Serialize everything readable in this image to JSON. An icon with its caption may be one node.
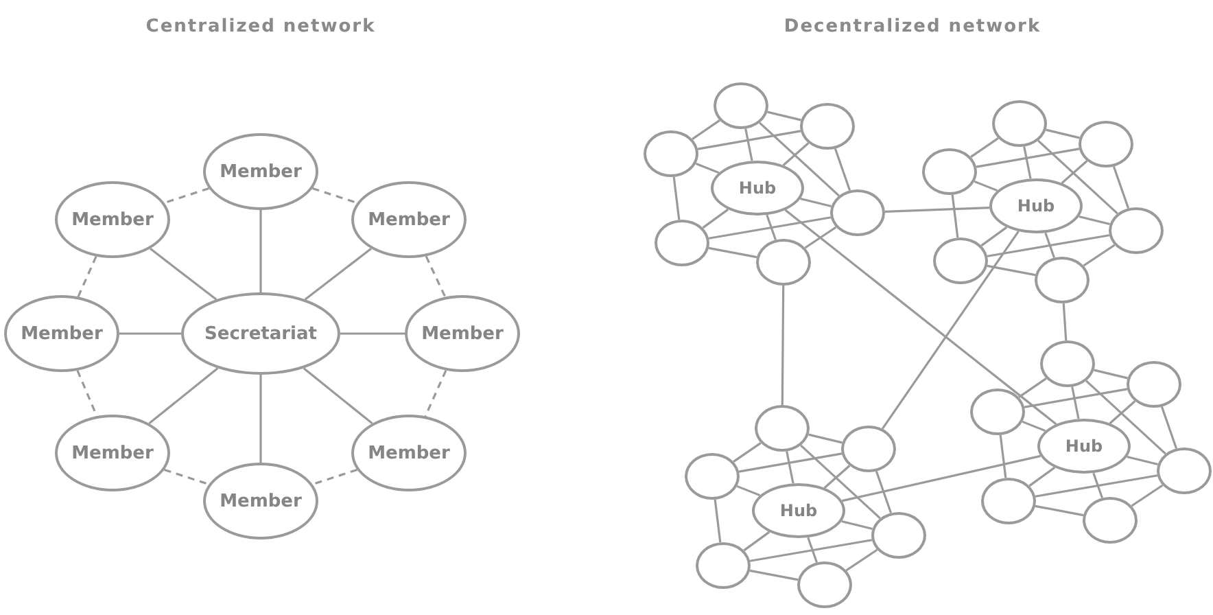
{
  "diagram": {
    "nodes": [
      {
        "text": [
          "Member"
        ]
      },
      {
        "text": [
          "Member"
        ]
      },
      {
        "text": [
          "Member"
        ]
      },
      {
        "text": [
          "Member"
        ]
      },
      {
        "text": [
          "Secretariat"
        ]
      },
      {
        "text": [
          "Member"
        ]
      },
      {
        "text": [
          "Member"
        ]
      },
      {
        "text": [
          "Member"
        ]
      },
      {
        "text": [
          "Member"
        ]
      },
      {
        "text": [
          "Hub"
        ]
      },
      {
        "text": [],
        "shape": "circle"
      },
      {
        "text": [],
        "shape": "circle"
      },
      {
        "text": [],
        "shape": "circle"
      },
      {
        "text": [],
        "shape": "circle"
      },
      {
        "text": [],
        "shape": "circle"
      },
      {
        "text": [],
        "shape": "circle"
      },
      {
        "text": [
          "Hub"
        ]
      },
      {
        "text": [],
        "shape": "circle"
      },
      {
        "text": [],
        "shape": "circle"
      },
      {
        "text": [],
        "shape": "circle"
      },
      {
        "text": [],
        "shape": "circle"
      },
      {
        "text": [],
        "shape": "circle"
      },
      {
        "text": [],
        "shape": "circle"
      },
      {
        "text": [
          "Hub"
        ]
      },
      {
        "text": [],
        "shape": "circle"
      },
      {
        "text": [],
        "shape": "circle"
      },
      {
        "text": [],
        "shape": "circle"
      },
      {
        "text": [],
        "shape": "circle"
      },
      {
        "text": [],
        "shape": "circle"
      },
      {
        "text": [],
        "shape": "circle"
      },
      {
        "text": [
          "Hub"
        ]
      },
      {
        "text": [],
        "shape": "circle"
      },
      {
        "text": [],
        "shape": "circle"
      },
      {
        "text": [],
        "shape": "circle"
      },
      {
        "text": [],
        "shape": "circle"
      },
      {
        "text": [],
        "shape": "circle"
      },
      {
        "text": [],
        "shape": "circle"
      }
    ],
    "edges": [
      {
        "from": 0,
        "to": 1,
        "arrow": "none",
        "style": "dashed"
      },
      {
        "from": 0,
        "to": 2,
        "arrow": "none",
        "style": "dashed"
      },
      {
        "from": 1,
        "to": 3,
        "arrow": "none",
        "style": "dashed"
      },
      {
        "from": 2,
        "to": 5,
        "arrow": "none",
        "style": "dashed"
      },
      {
        "from": 3,
        "to": 6,
        "arrow": "none",
        "style": "dashed"
      },
      {
        "from": 5,
        "to": 7,
        "arrow": "none",
        "style": "dashed"
      },
      {
        "from": 6,
        "to": 8,
        "arrow": "none",
        "style": "dashed"
      },
      {
        "from": 7,
        "to": 8,
        "arrow": "none",
        "style": "dashed"
      },
      {
        "from": 4,
        "to": 0,
        "arrow": "none"
      },
      {
        "from": 4,
        "to": 1,
        "arrow": "none"
      },
      {
        "from": 4,
        "to": 2,
        "arrow": "none"
      },
      {
        "from": 4,
        "to": 3,
        "arrow": "none"
      },
      {
        "from": 4,
        "to": 5,
        "arrow": "none"
      },
      {
        "from": 4,
        "to": 6,
        "arrow": "none"
      },
      {
        "from": 4,
        "to": 7,
        "arrow": "none"
      },
      {
        "from": 4,
        "to": 8,
        "arrow": "none"
      },
      {
        "from": 9,
        "to": 10,
        "arrow": "none"
      },
      {
        "from": 9,
        "to": 11,
        "arrow": "none"
      },
      {
        "from": 9,
        "to": 12,
        "arrow": "none"
      },
      {
        "from": 9,
        "to": 13,
        "arrow": "none"
      },
      {
        "from": 9,
        "to": 14,
        "arrow": "none"
      },
      {
        "from": 9,
        "to": 15,
        "arrow": "none"
      },
      {
        "from": 10,
        "to": 11,
        "arrow": "none"
      },
      {
        "from": 10,
        "to": 12,
        "arrow": "none"
      },
      {
        "from": 12,
        "to": 14,
        "arrow": "none"
      },
      {
        "from": 14,
        "to": 15,
        "arrow": "none"
      },
      {
        "from": 15,
        "to": 13,
        "arrow": "none"
      },
      {
        "from": 13,
        "to": 11,
        "arrow": "none"
      },
      {
        "from": 12,
        "to": 11,
        "arrow": "none"
      },
      {
        "from": 14,
        "to": 13,
        "arrow": "none"
      },
      {
        "from": 10,
        "to": 13,
        "arrow": "none"
      },
      {
        "from": 16,
        "to": 17,
        "arrow": "none"
      },
      {
        "from": 16,
        "to": 18,
        "arrow": "none"
      },
      {
        "from": 16,
        "to": 19,
        "arrow": "none"
      },
      {
        "from": 16,
        "to": 20,
        "arrow": "none"
      },
      {
        "from": 16,
        "to": 21,
        "arrow": "none"
      },
      {
        "from": 16,
        "to": 22,
        "arrow": "none"
      },
      {
        "from": 17,
        "to": 18,
        "arrow": "none"
      },
      {
        "from": 17,
        "to": 19,
        "arrow": "none"
      },
      {
        "from": 19,
        "to": 21,
        "arrow": "none"
      },
      {
        "from": 21,
        "to": 22,
        "arrow": "none"
      },
      {
        "from": 22,
        "to": 20,
        "arrow": "none"
      },
      {
        "from": 20,
        "to": 18,
        "arrow": "none"
      },
      {
        "from": 19,
        "to": 18,
        "arrow": "none"
      },
      {
        "from": 21,
        "to": 20,
        "arrow": "none"
      },
      {
        "from": 17,
        "to": 20,
        "arrow": "none"
      },
      {
        "from": 23,
        "to": 24,
        "arrow": "none"
      },
      {
        "from": 23,
        "to": 25,
        "arrow": "none"
      },
      {
        "from": 23,
        "to": 26,
        "arrow": "none"
      },
      {
        "from": 23,
        "to": 27,
        "arrow": "none"
      },
      {
        "from": 23,
        "to": 28,
        "arrow": "none"
      },
      {
        "from": 23,
        "to": 29,
        "arrow": "none"
      },
      {
        "from": 24,
        "to": 25,
        "arrow": "none"
      },
      {
        "from": 24,
        "to": 26,
        "arrow": "none"
      },
      {
        "from": 26,
        "to": 28,
        "arrow": "none"
      },
      {
        "from": 28,
        "to": 29,
        "arrow": "none"
      },
      {
        "from": 29,
        "to": 27,
        "arrow": "none"
      },
      {
        "from": 27,
        "to": 25,
        "arrow": "none"
      },
      {
        "from": 26,
        "to": 25,
        "arrow": "none"
      },
      {
        "from": 28,
        "to": 27,
        "arrow": "none"
      },
      {
        "from": 24,
        "to": 27,
        "arrow": "none"
      },
      {
        "from": 30,
        "to": 31,
        "arrow": "none"
      },
      {
        "from": 30,
        "to": 32,
        "arrow": "none"
      },
      {
        "from": 30,
        "to": 33,
        "arrow": "none"
      },
      {
        "from": 30,
        "to": 34,
        "arrow": "none"
      },
      {
        "from": 30,
        "to": 35,
        "arrow": "none"
      },
      {
        "from": 30,
        "to": 36,
        "arrow": "none"
      },
      {
        "from": 31,
        "to": 32,
        "arrow": "none"
      },
      {
        "from": 31,
        "to": 33,
        "arrow": "none"
      },
      {
        "from": 33,
        "to": 35,
        "arrow": "none"
      },
      {
        "from": 35,
        "to": 36,
        "arrow": "none"
      },
      {
        "from": 36,
        "to": 34,
        "arrow": "none"
      },
      {
        "from": 34,
        "to": 32,
        "arrow": "none"
      },
      {
        "from": 33,
        "to": 32,
        "arrow": "none"
      },
      {
        "from": 35,
        "to": 34,
        "arrow": "none"
      },
      {
        "from": 31,
        "to": 34,
        "arrow": "none"
      },
      {
        "from": 13,
        "to": 16,
        "arrow": "none"
      },
      {
        "from": 9,
        "to": 30,
        "arrow": "none"
      },
      {
        "from": 15,
        "to": 24,
        "arrow": "none"
      },
      {
        "from": 16,
        "to": 25,
        "arrow": "none"
      },
      {
        "from": 22,
        "to": 31,
        "arrow": "none"
      },
      {
        "from": 23,
        "to": 30,
        "arrow": "none"
      }
    ],
    "labels": [
      "Centralized network",
      "Decentralized network"
    ]
  }
}
